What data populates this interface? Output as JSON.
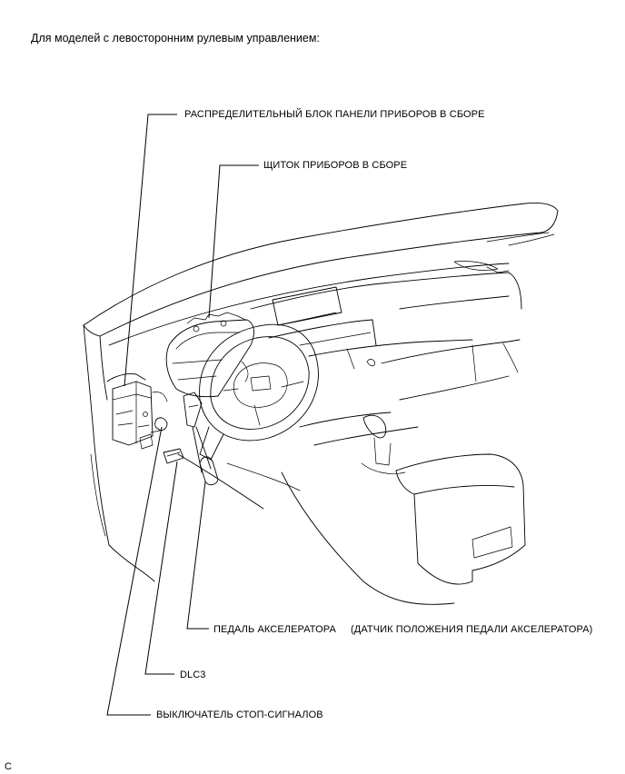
{
  "header": {
    "text": "Для моделей с левосторонним рулевым управлением:"
  },
  "labels": {
    "junction_block": "РАСПРЕДЕЛИТЕЛЬНЫЙ БЛОК ПАНЕЛИ ПРИБОРОВ В СБОРЕ",
    "combination_meter": "ЩИТОК ПРИБОРОВ В СБОРЕ",
    "accelerator_pedal": "ПЕДАЛЬ АКСЕЛЕРАТОРА",
    "accelerator_sensor": "(ДАТЧИК ПОЛОЖЕНИЯ ПЕДАЛИ АКСЕЛЕРАТОРА)",
    "dlc3": "DLC3",
    "stop_light_switch": "ВЫКЛЮЧАТЕЛЬ СТОП-СИГНАЛОВ"
  },
  "figure_code": "C"
}
